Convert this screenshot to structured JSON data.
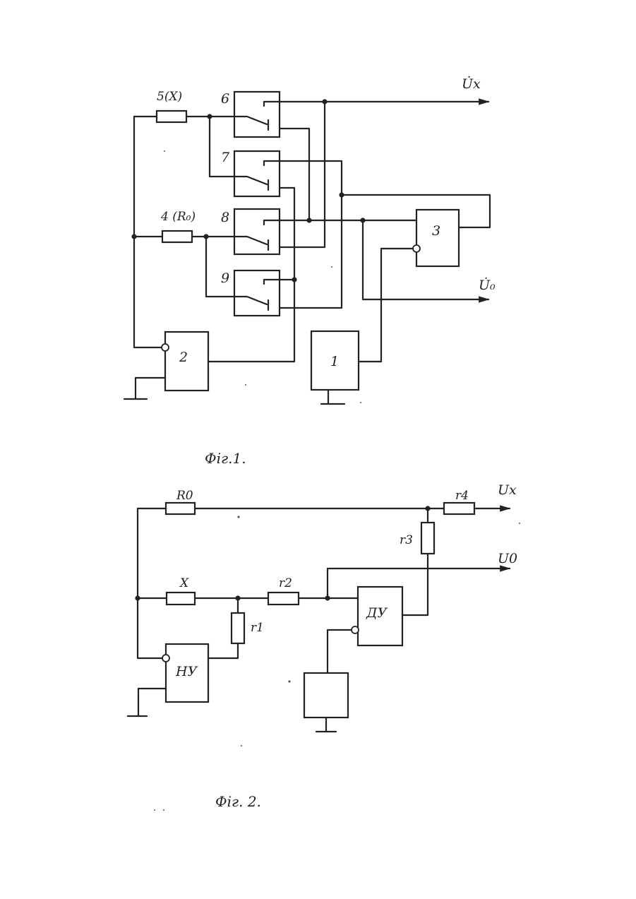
{
  "fig1": {
    "caption": "Фіг.1.",
    "resistor_5": "5(X)",
    "resistor_4": "4 (R₀)",
    "switch_6": "6",
    "switch_7": "7",
    "switch_8": "8",
    "switch_9": "9",
    "block_1": "1",
    "block_2": "2",
    "block_3": "3",
    "output_ux": "U̇x",
    "output_u0": "U̇₀"
  },
  "fig2": {
    "caption": "Фіг. 2.",
    "resistor_r0": "R0",
    "resistor_x": "X",
    "resistor_r1": "r1",
    "resistor_r2": "r2",
    "resistor_r3": "r3",
    "resistor_r4": "r4",
    "block_nu": "НУ",
    "block_du": "ДУ",
    "output_ux": "Ux",
    "output_u0": "U0"
  }
}
